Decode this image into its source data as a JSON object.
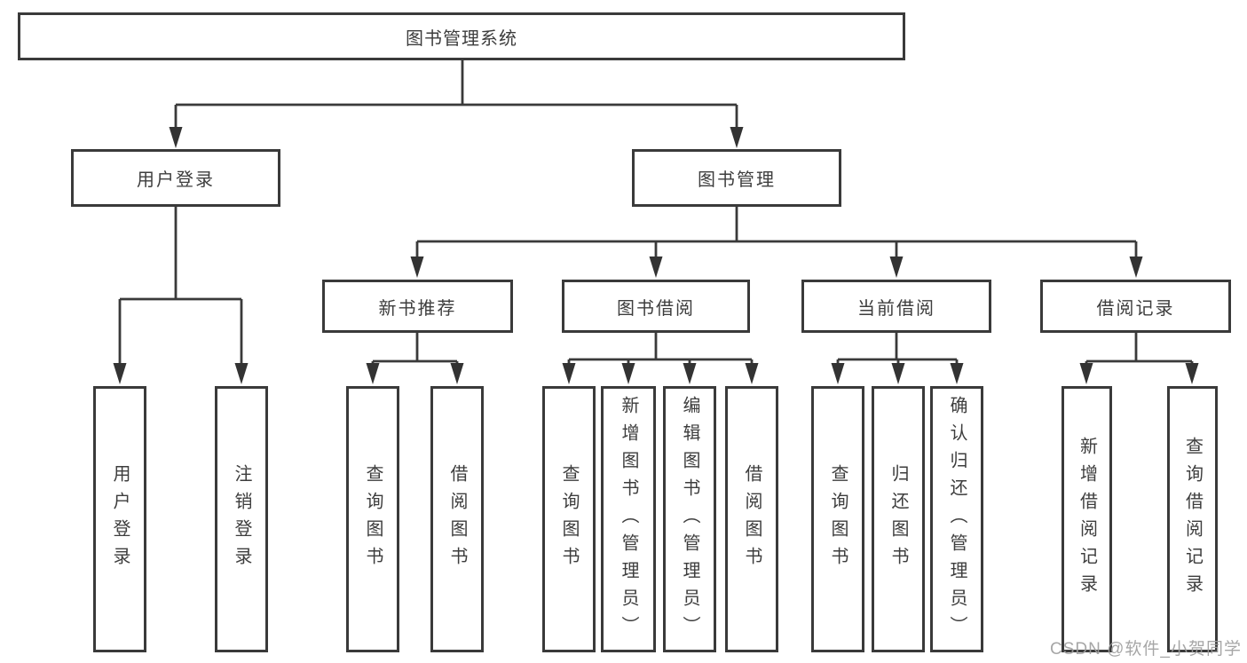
{
  "title": "图书管理系统",
  "level2": {
    "left": "用户登录",
    "right": "图书管理"
  },
  "level3": [
    "新书推荐",
    "图书借阅",
    "当前借阅",
    "借阅记录"
  ],
  "leaves": {
    "user_login": [
      "用户登录",
      "注销登录"
    ],
    "recommend": [
      "查询图书",
      "借阅图书"
    ],
    "borrow": [
      "查询图书",
      "新增图书（管理员）",
      "编辑图书（管理员）",
      "借阅图书"
    ],
    "current": [
      "查询图书",
      "归还图书",
      "确认归还（管理员）"
    ],
    "records": [
      "新增借阅记录",
      "查询借阅记录"
    ]
  },
  "watermark": "CSDN @软件_小贺同学",
  "colors": {
    "line": "#3a3a3a",
    "box_border": "#3a3a3a",
    "text": "#3d3d3d",
    "background": "#ffffff",
    "watermark": "#9e9e9e"
  }
}
